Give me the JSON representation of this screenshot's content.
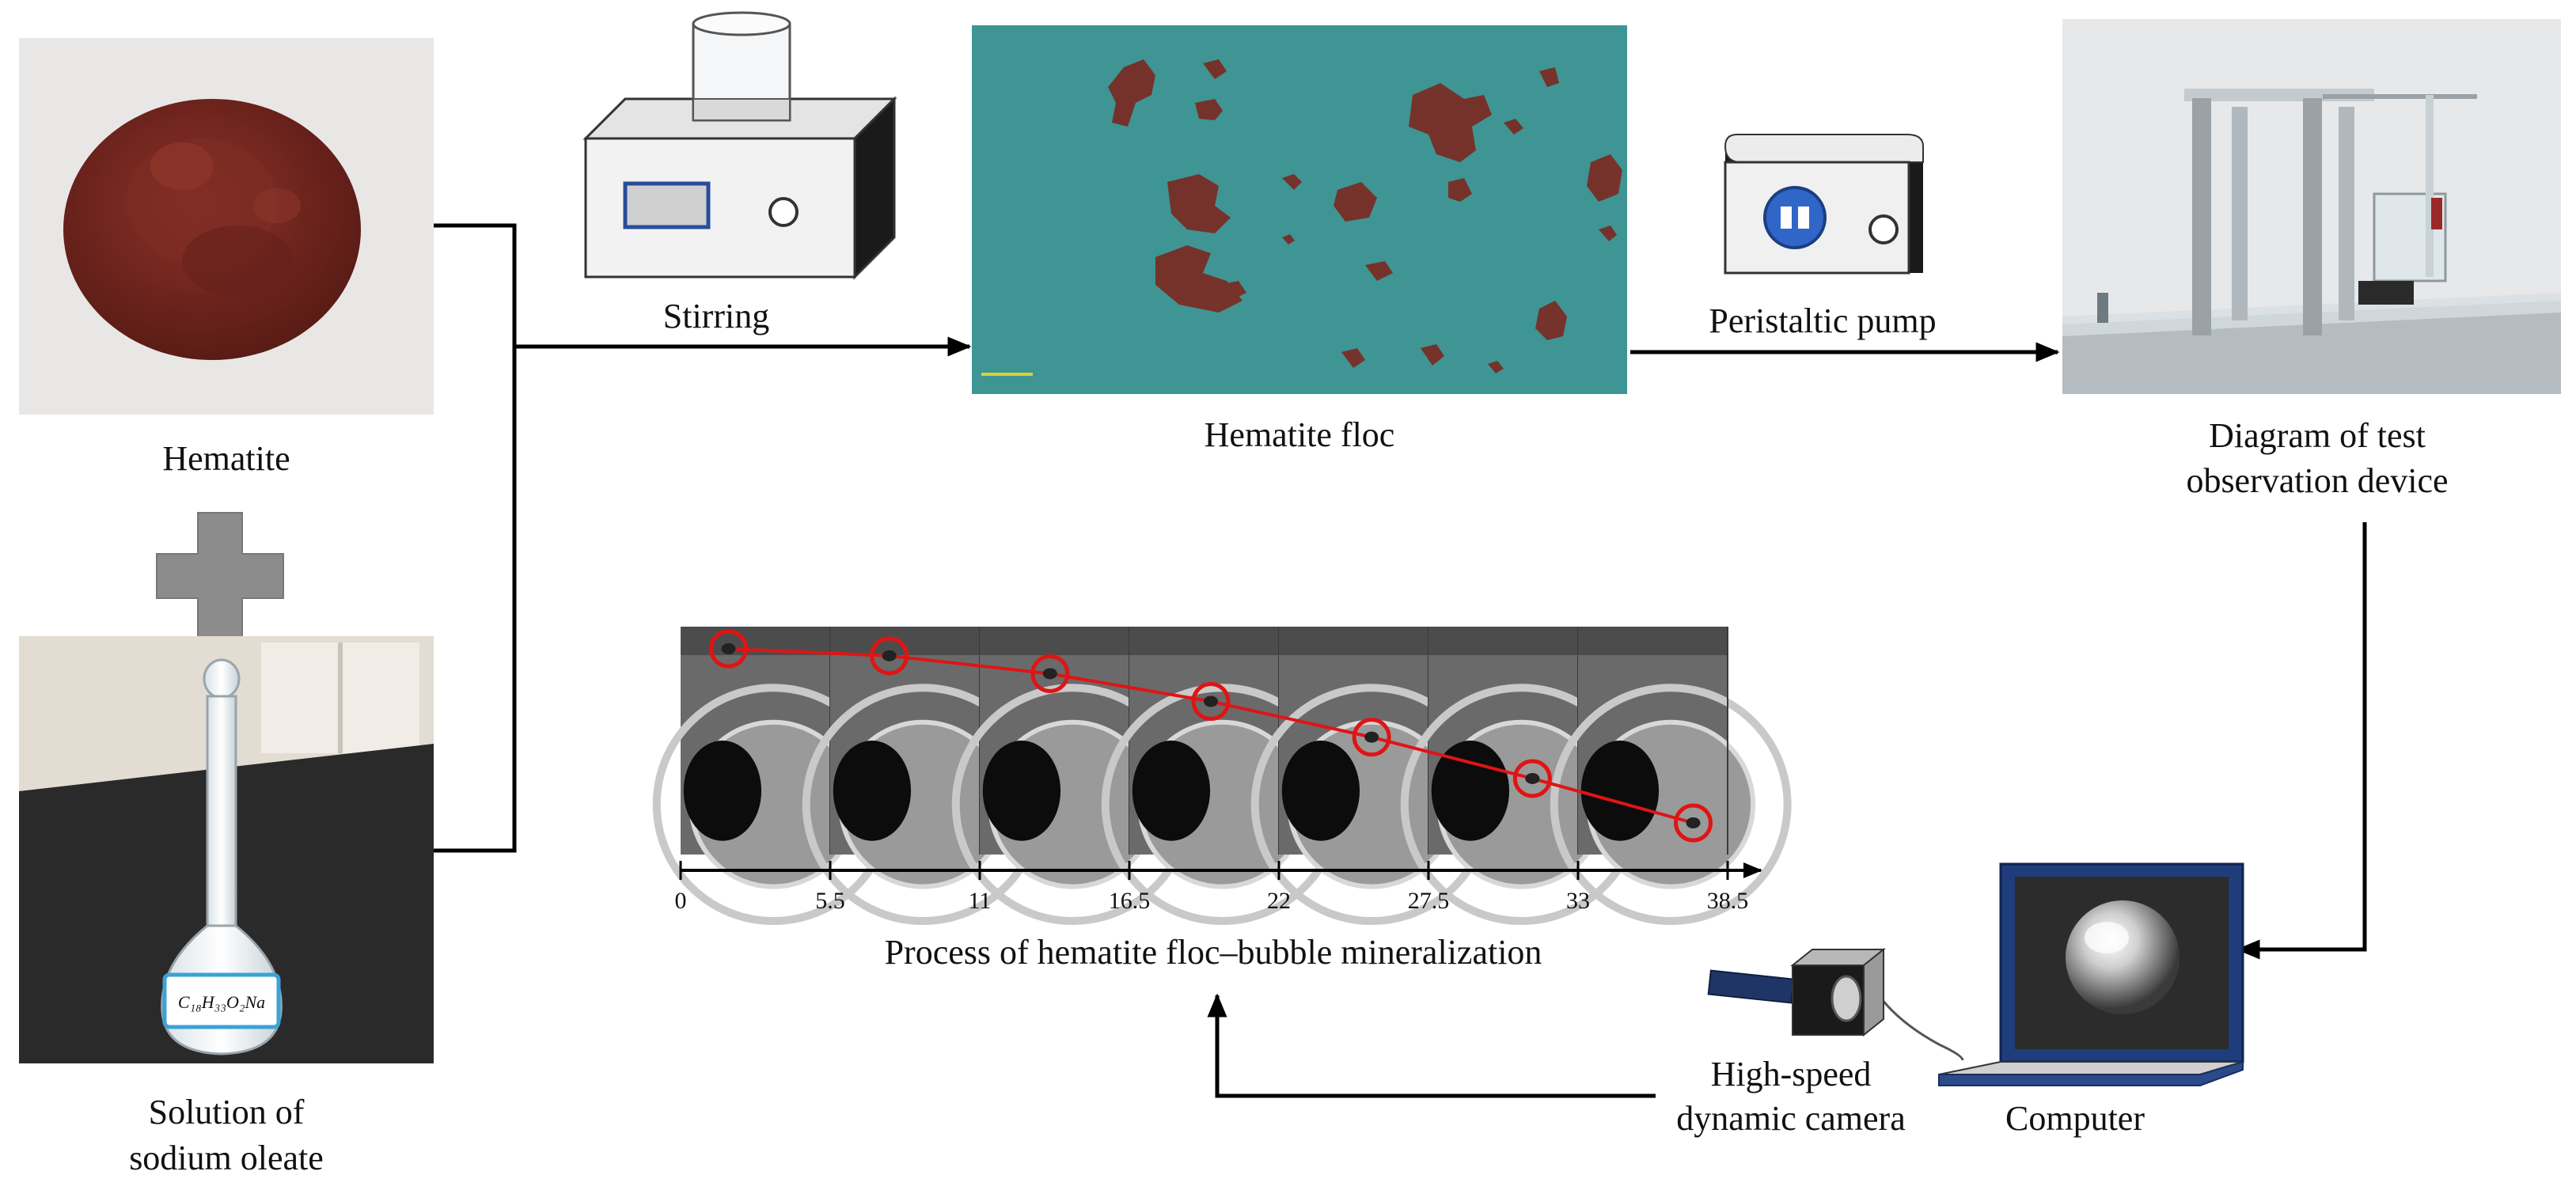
{
  "labels": {
    "hematite": "Hematite",
    "solution_line1": "Solution of",
    "solution_line2": "sodium oleate",
    "flask_label": "C₁₈H₃₃O₂Na",
    "stirring": "Stirring",
    "hematite_floc": "Hematite floc",
    "peristaltic_pump": "Peristaltic pump",
    "device_line1": "Diagram of test",
    "device_line2": "observation device",
    "process": "Process of hematite floc–bubble mineralization",
    "camera_line1": "High-speed",
    "camera_line2": "dynamic camera",
    "computer": "Computer"
  },
  "timeline": {
    "ticks": [
      "0",
      "5.5",
      "11",
      "16.5",
      "22",
      "27.5",
      "33",
      "38.5"
    ]
  },
  "colors": {
    "hematite_red": "#7a2a22",
    "floc_background": "#3f9494",
    "tracking_circle": "#e01414",
    "plus_gray": "#8c8c8c",
    "screen_frame": "#1f3d7a",
    "pump_button": "#2f66c8"
  }
}
